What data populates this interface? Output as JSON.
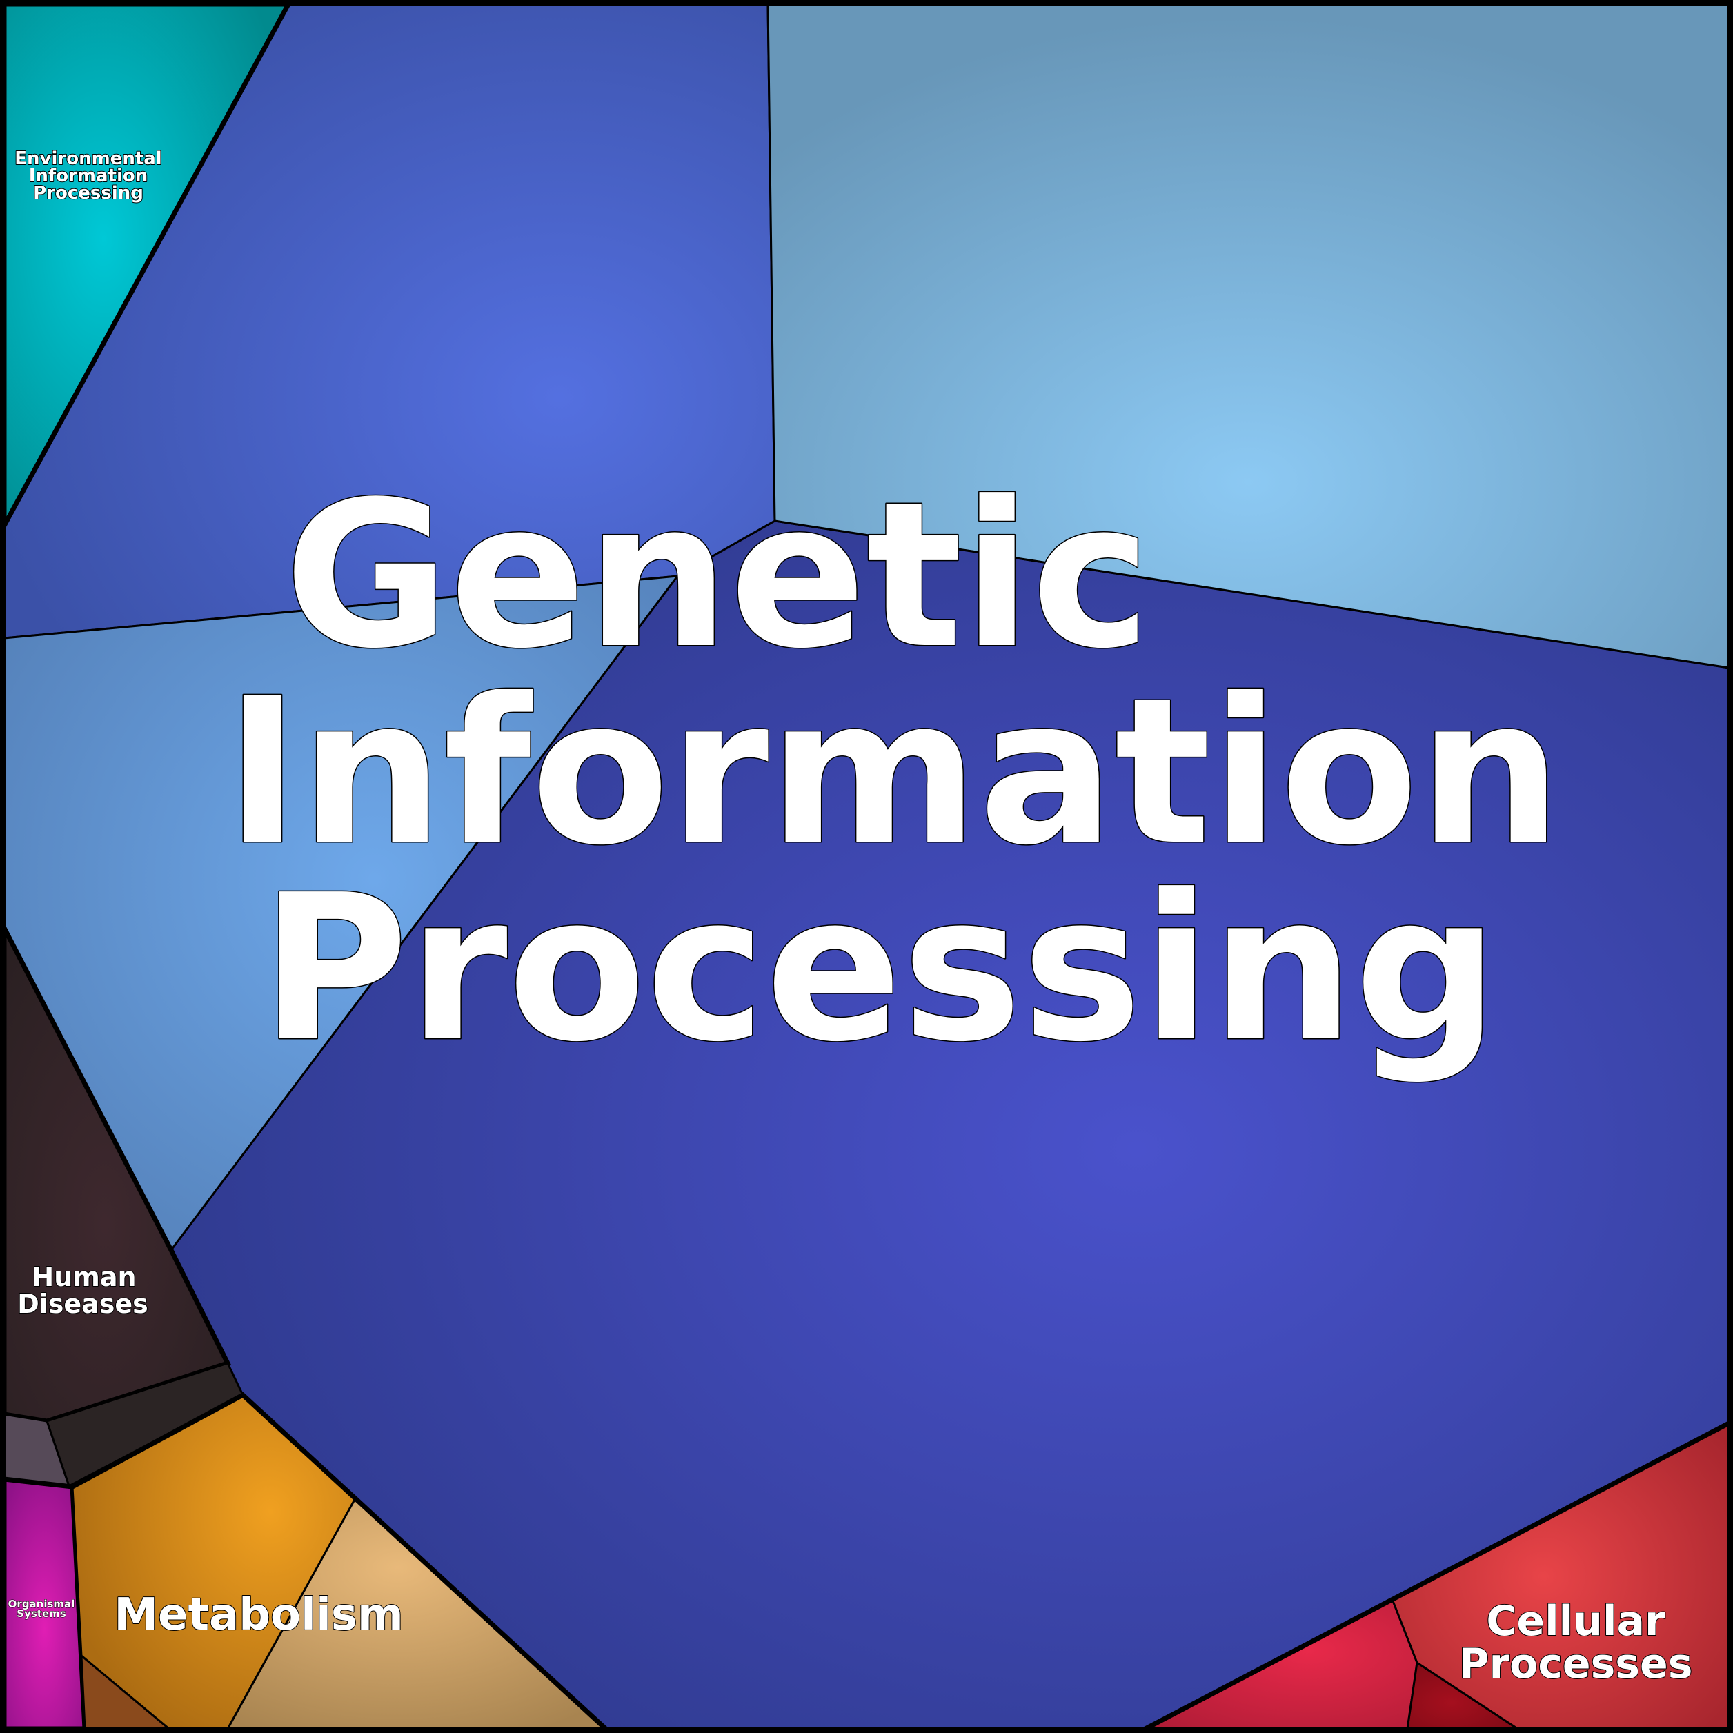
{
  "diagram": {
    "type": "voronoi-treemap",
    "colors": {
      "genetic_main": "#4350c6",
      "genetic_upper_left": "#4f6ad8",
      "genetic_upper_right": "#86c2ee",
      "genetic_left": "#6aa4e6",
      "environmental": "#00c1cf",
      "human_diseases": "#3a262c",
      "metabolism": "#e39a22",
      "metabolism_tan": "#dcb57a",
      "organismal": "#d11ab2",
      "cellular": "#e03c44",
      "cellular_crimson": "#e12a46",
      "cellular_dark": "#a3101c"
    },
    "labels": {
      "genetic": [
        "Genetic",
        "Information",
        "Processing"
      ],
      "environmental": [
        "Environmental",
        "Information",
        "Processing"
      ],
      "human_diseases": [
        "Human",
        "Diseases"
      ],
      "metabolism": [
        "Metabolism"
      ],
      "organismal": [
        "Organismal",
        "Systems"
      ],
      "cellular": [
        "Cellular",
        "Processes"
      ]
    }
  }
}
